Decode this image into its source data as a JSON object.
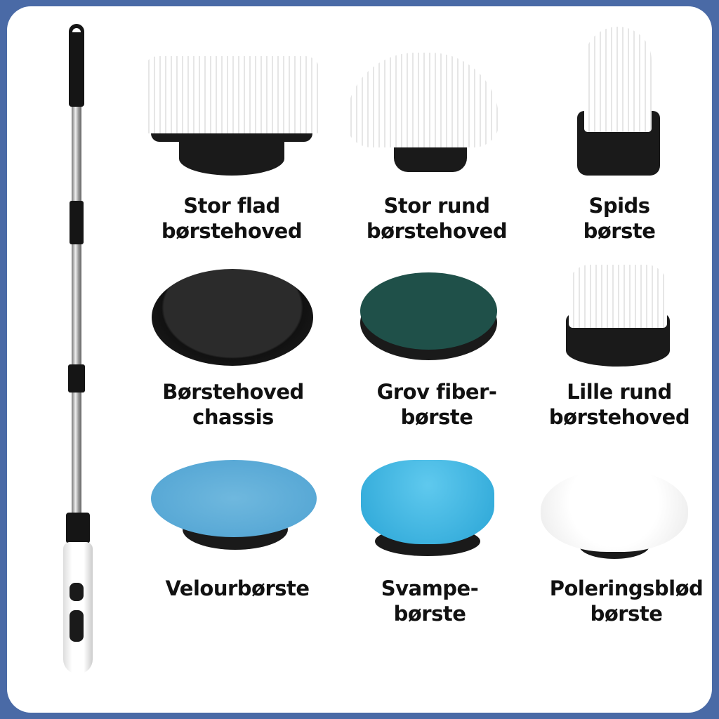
{
  "colors": {
    "frame": "#4a6aa6",
    "background": "#ffffff",
    "text": "#111111"
  },
  "items": [
    {
      "line1": "Stor flad",
      "line2": "børstehoved"
    },
    {
      "line1": "Stor rund",
      "line2": "børstehoved"
    },
    {
      "line1": "Spids",
      "line2": "børste"
    },
    {
      "line1": "Børstehoved",
      "line2": "chassis"
    },
    {
      "line1": "Grov fiber-",
      "line2": "børste"
    },
    {
      "line1": "Lille rund",
      "line2": "børstehoved"
    },
    {
      "line1": "Velourbørste",
      "line2": ""
    },
    {
      "line1": "Svampe-",
      "line2": "børste"
    },
    {
      "line1": "Poleringsblød",
      "line2": "børste"
    }
  ]
}
